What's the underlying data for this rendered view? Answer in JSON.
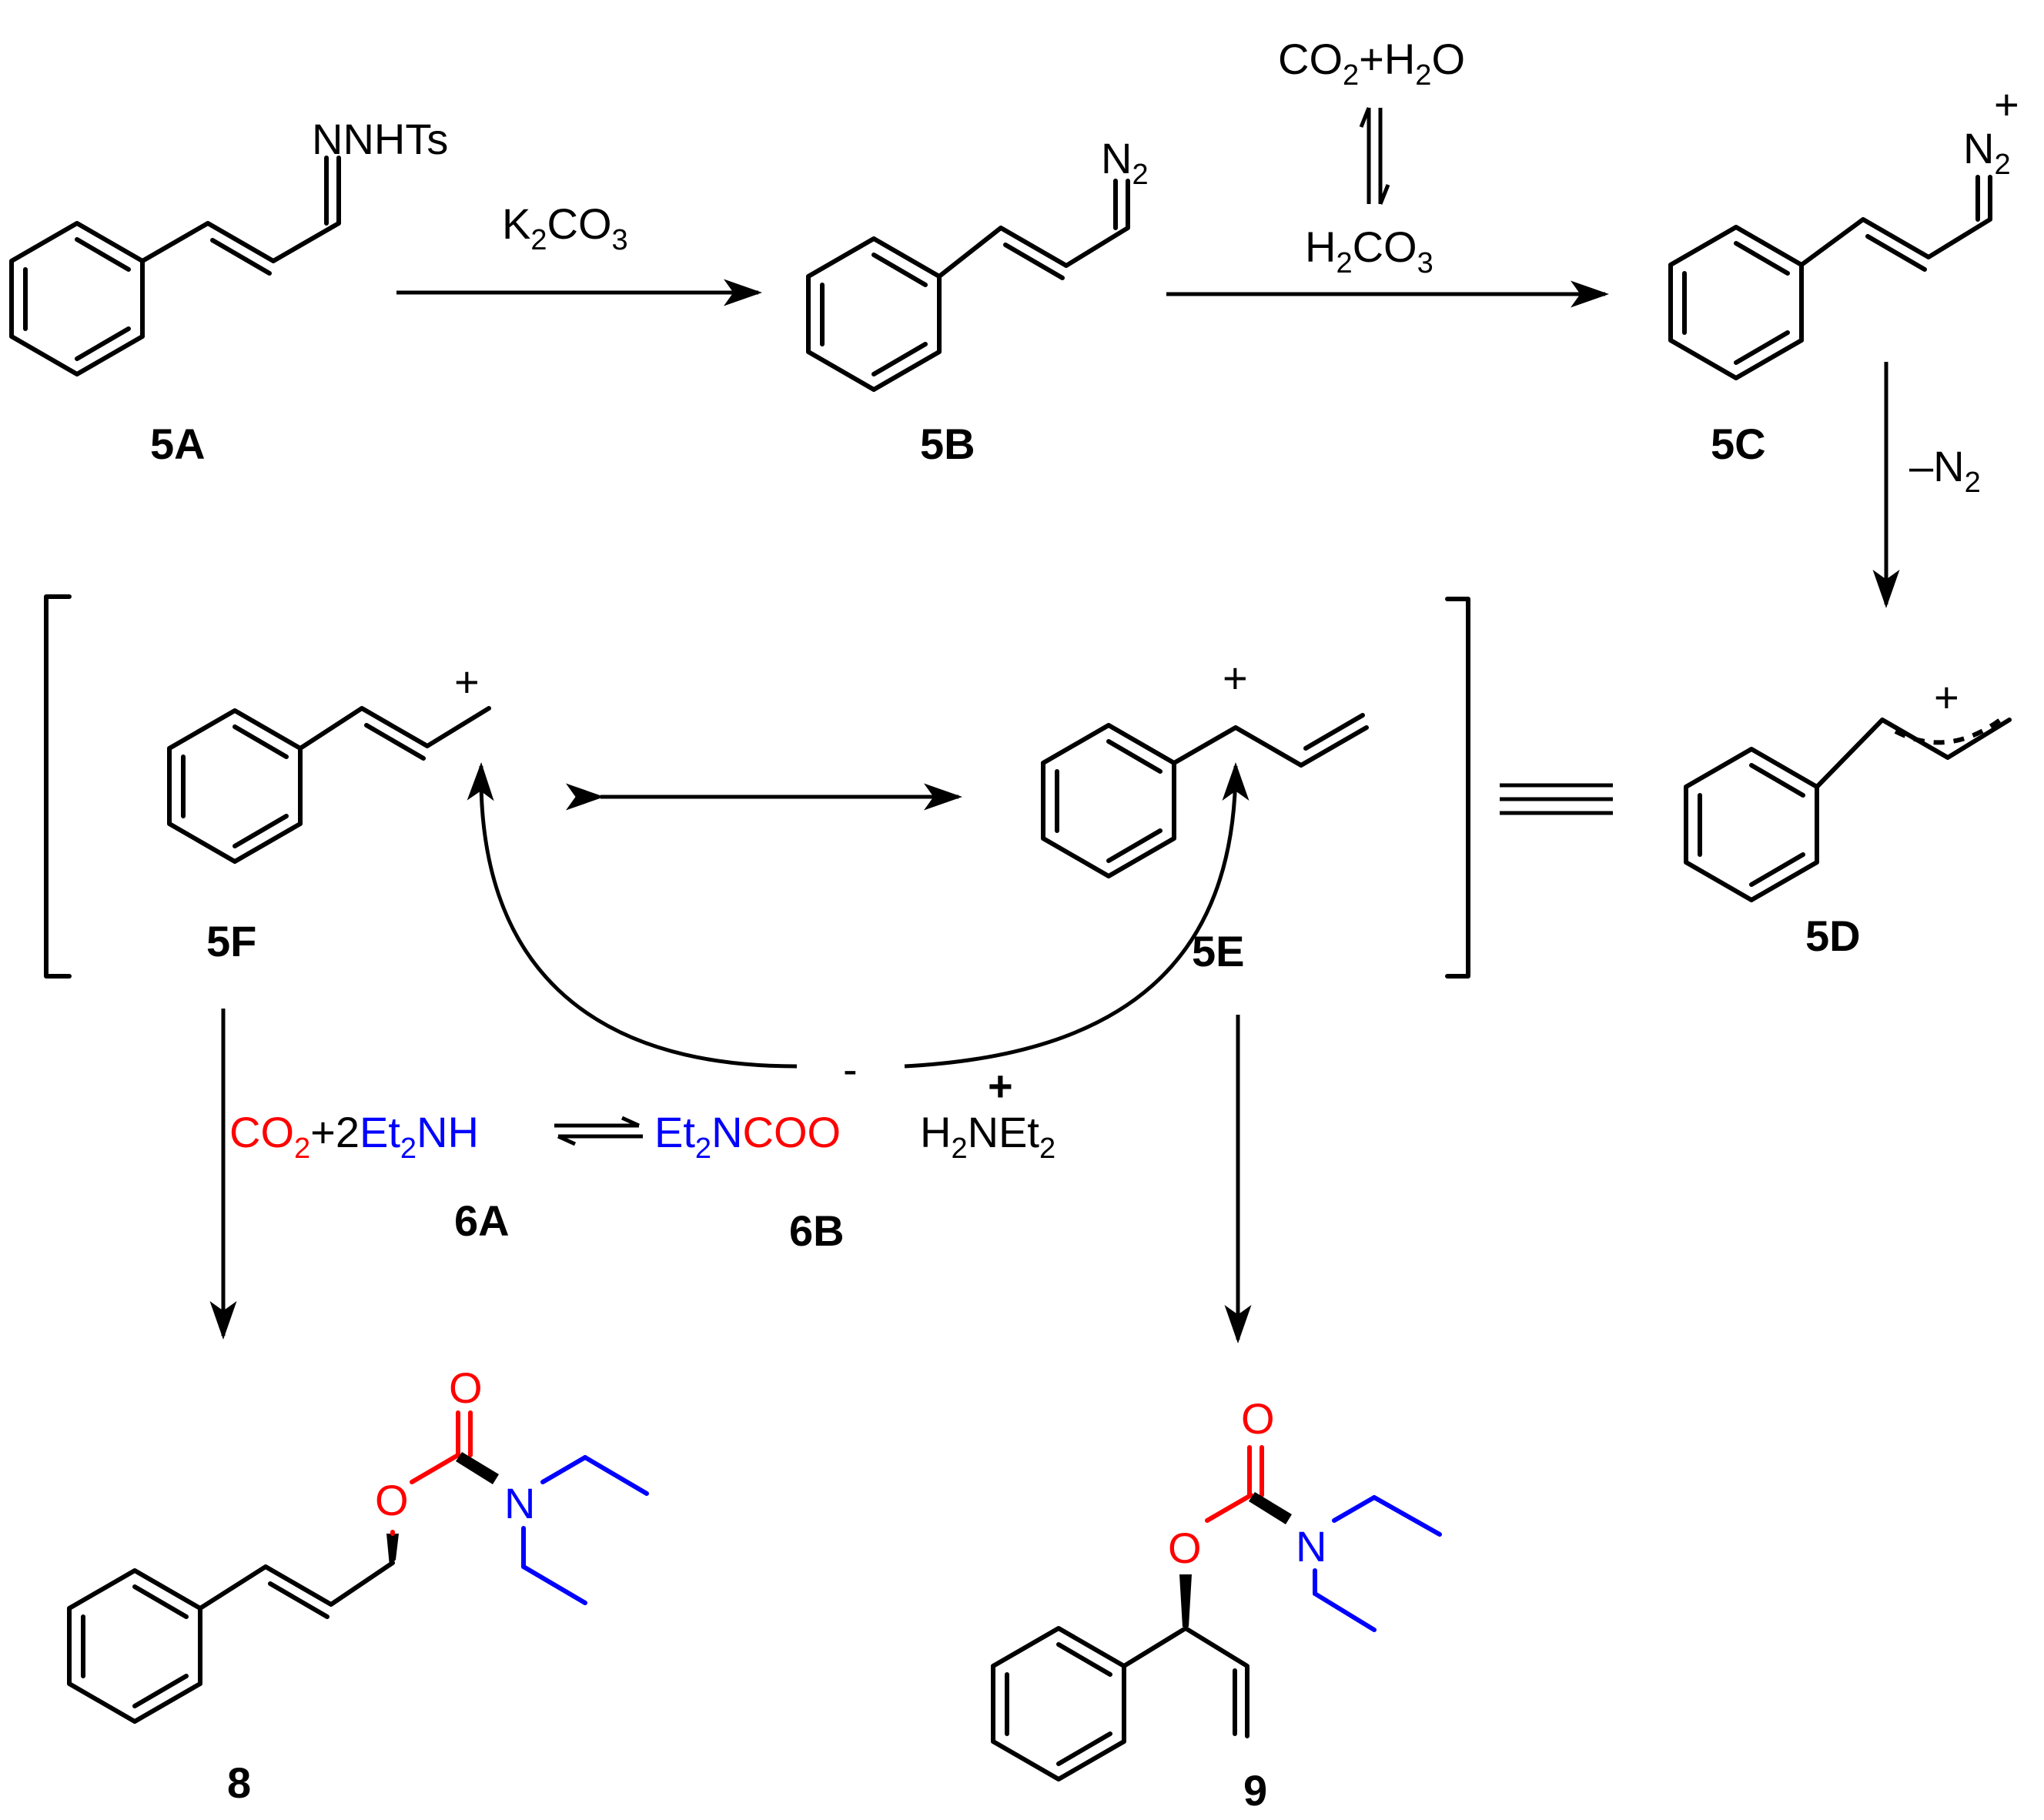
{
  "colors": {
    "black": "#000000",
    "oxygen": "#ff0000",
    "nitrogen": "#0000ff"
  },
  "compounds": {
    "c5A": "5A",
    "c5B": "5B",
    "c5C": "5C",
    "c5D": "5D",
    "c5E": "5E",
    "c5F": "5F",
    "c6A": "6A",
    "c6B": "6B",
    "c8": "8",
    "c9": "9"
  },
  "substituents": {
    "tosylhydrazone": "NNHTs",
    "diazo_N": "N",
    "diazo_sub": "2",
    "diazonium_N": "N",
    "diazonium_sub": "2",
    "diazonium_charge": "+",
    "cation_charge_5F": "+",
    "cation_charge_5E": "+",
    "cation_charge_5D": "+"
  },
  "reagents": {
    "base_K": "K",
    "base_sub1": "2",
    "base_CO": "CO",
    "base_sub2": "3",
    "top_CO": "CO",
    "top_sub1": "2",
    "top_plusH": "+H",
    "top_sub2": "2",
    "top_O": "O",
    "acid_H": "H",
    "acid_sub1": "2",
    "acid_CO": "CO",
    "acid_sub2": "3",
    "loss_N": "–N",
    "loss_sub": "2"
  },
  "carbamate_eq": {
    "co2_CO": "CO",
    "co2_sub": "2",
    "plus2": "+2",
    "amine_Et": "Et",
    "amine_sub": "2",
    "amine_NH": "NH",
    "anion_Et": "Et",
    "anion_sub": "2",
    "anion_N": "N",
    "anion_COO": "COO",
    "anion_charge": "-",
    "cation_H": "H",
    "cation_sub1": "2",
    "cation_NEt": "NEt",
    "cation_sub2": "2",
    "cation_charge": "+"
  },
  "products": {
    "p8_O_carbonyl": "O",
    "p8_O_ester": "O",
    "p8_N": "N",
    "p9_O_carbonyl": "O",
    "p9_O_ester": "O",
    "p9_N": "N"
  }
}
